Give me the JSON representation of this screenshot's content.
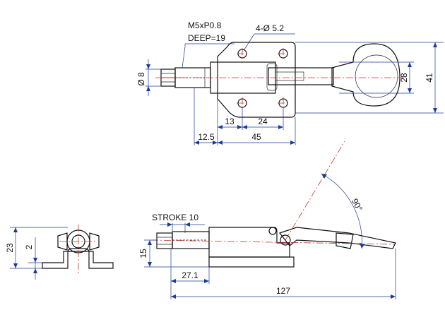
{
  "top_view": {
    "thread_note_line1": "M5xP0.8",
    "thread_note_line2": "DEEP=19",
    "hole_note": "4-Ø 5.2",
    "shaft_dia": "Ø 8",
    "height_28": "28",
    "height_41": "41",
    "dim_13": "13",
    "dim_24": "24",
    "dim_12_5": "12.5",
    "dim_45": "45"
  },
  "front_view": {
    "height_23": "23",
    "dim_2": "2"
  },
  "side_view": {
    "stroke_label": "STROKE 10",
    "height_15": "15",
    "dim_27_1": "27.1",
    "dim_127": "127",
    "angle": "90°"
  },
  "colors": {
    "dimension": "#1b3b9a",
    "centerline": "#c0392b",
    "outline": "#111111"
  }
}
